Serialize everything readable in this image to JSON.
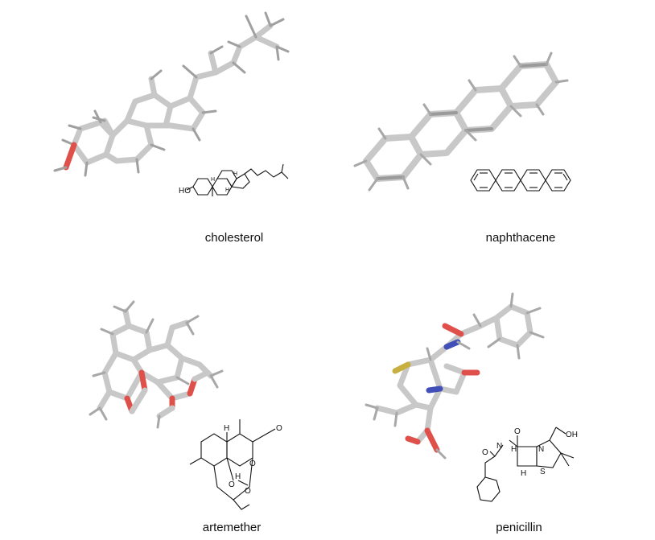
{
  "colors": {
    "stick": "#d0d0d0",
    "stick_dark": "#9a9a9a",
    "oxygen": "#e0504a",
    "nitrogen": "#4050b8",
    "sulfur": "#c8b040",
    "line_art": "#111111"
  },
  "molecules": [
    {
      "id": "cholesterol",
      "name": "cholesterol",
      "atom_labels": [
        "HO",
        "H",
        "H",
        "H"
      ]
    },
    {
      "id": "naphthacene",
      "name": "naphthacene",
      "atom_labels": []
    },
    {
      "id": "artemether",
      "name": "artemether",
      "atom_labels": [
        "H",
        "O",
        "O",
        "O",
        "O",
        "H"
      ]
    },
    {
      "id": "penicillin",
      "name": "penicillin",
      "atom_labels": [
        "H",
        "N",
        "O",
        "O",
        "OH",
        "N",
        "S",
        "H"
      ]
    }
  ]
}
